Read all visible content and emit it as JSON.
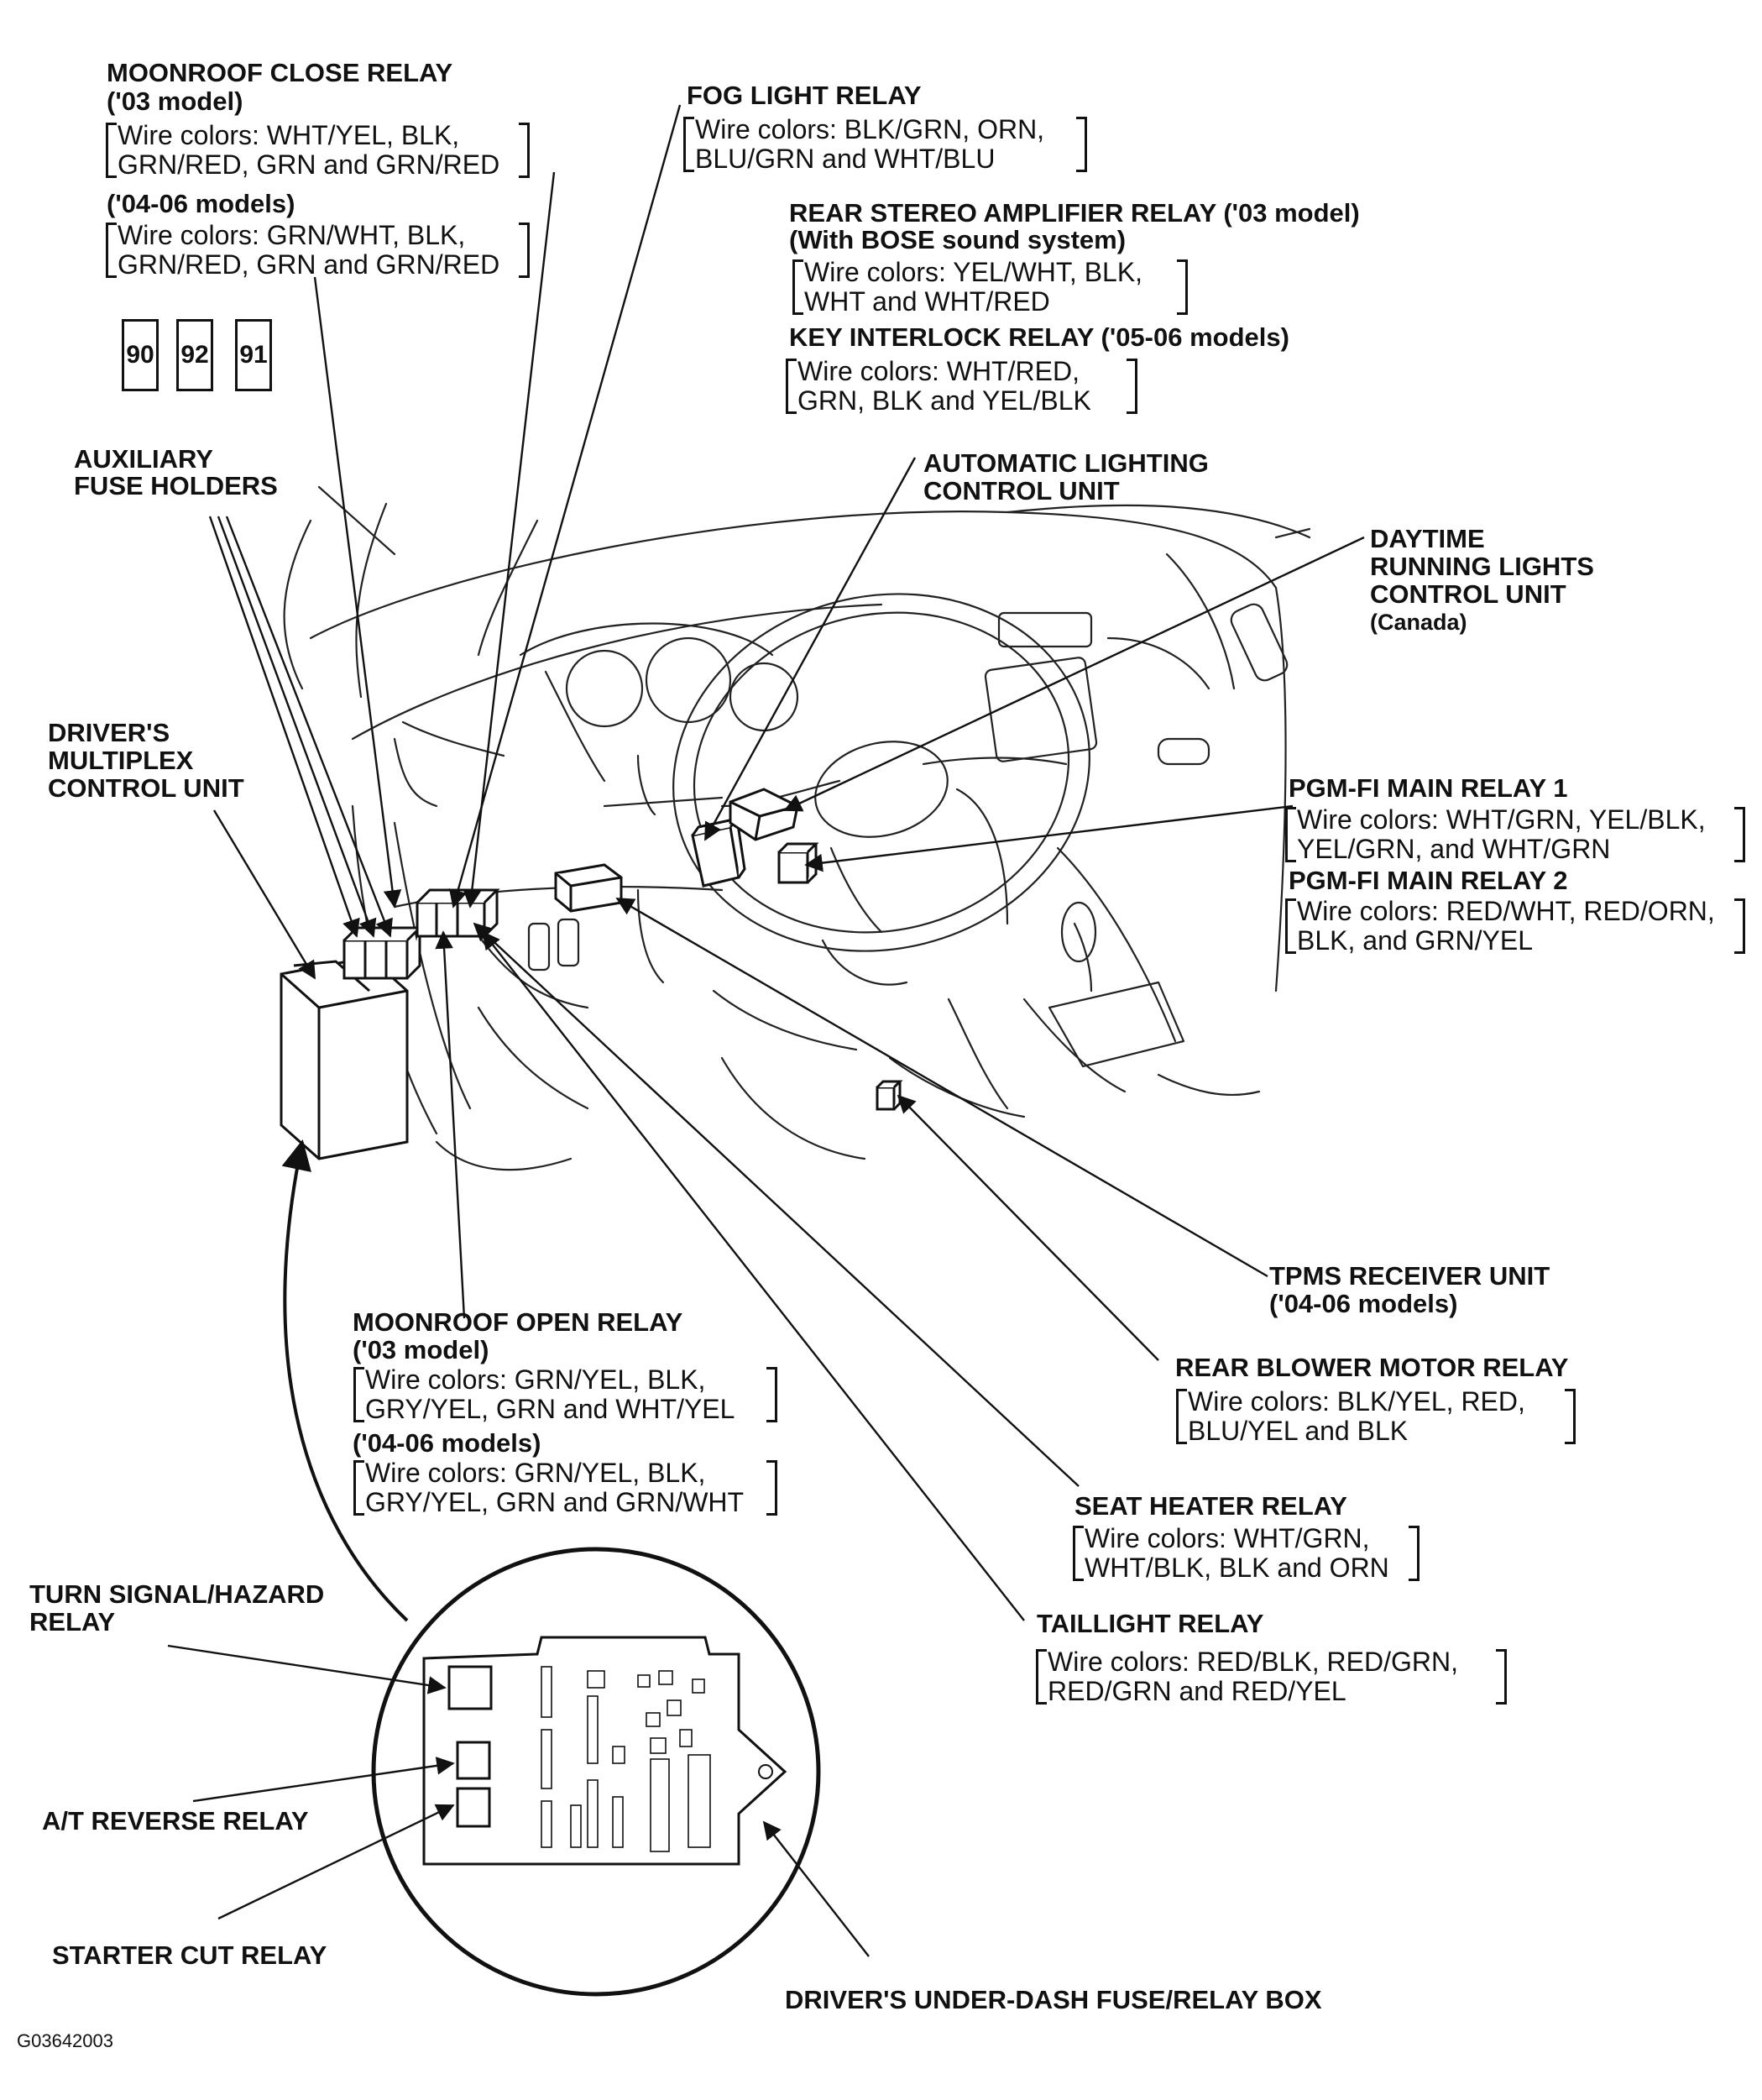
{
  "labels": {
    "moonroof_close_relay": {
      "title": "MOONROOF CLOSE RELAY",
      "model_03": "('03 model)",
      "wire_03_line1": "Wire colors: WHT/YEL, BLK,",
      "wire_03_line2": "GRN/RED, GRN and GRN/RED",
      "model_04_06": "('04-06 models)",
      "wire_04_line1": "Wire colors: GRN/WHT, BLK,",
      "wire_04_line2": "GRN/RED, GRN and GRN/RED"
    },
    "fuse_numbers": [
      "90",
      "92",
      "91"
    ],
    "fog_light_relay": {
      "title": "FOG LIGHT RELAY",
      "wire_line1": "Wire colors: BLK/GRN, ORN,",
      "wire_line2": "BLU/GRN and WHT/BLU"
    },
    "rear_stereo_relay": {
      "title": "REAR STEREO AMPLIFIER RELAY ('03 model)",
      "subtitle": "(With BOSE sound system)",
      "wire_line1": "Wire colors: YEL/WHT, BLK,",
      "wire_line2": "WHT and WHT/RED"
    },
    "key_interlock_relay": {
      "title": "KEY INTERLOCK RELAY ('05-06 models)",
      "wire_line1": "Wire colors: WHT/RED,",
      "wire_line2": "GRN, BLK and YEL/BLK"
    },
    "auxiliary_fuse_holders": {
      "line1": "AUXILIARY",
      "line2": "FUSE HOLDERS"
    },
    "automatic_lighting": {
      "line1": "AUTOMATIC LIGHTING",
      "line2": "CONTROL UNIT"
    },
    "daytime_running_lights": {
      "line1": "DAYTIME",
      "line2": "RUNNING LIGHTS",
      "line3": "CONTROL UNIT",
      "line4": "(Canada)"
    },
    "drivers_multiplex": {
      "line1": "DRIVER'S",
      "line2": "MULTIPLEX",
      "line3": "CONTROL UNIT"
    },
    "pgm_fi_relay_1": {
      "title": "PGM-FI MAIN RELAY 1",
      "wire_line1": "Wire colors: WHT/GRN, YEL/BLK,",
      "wire_line2": "YEL/GRN, and WHT/GRN"
    },
    "pgm_fi_relay_2": {
      "title": "PGM-FI MAIN RELAY 2",
      "wire_line1": "Wire colors: RED/WHT, RED/ORN,",
      "wire_line2": "BLK, and GRN/YEL"
    },
    "tpms_receiver": {
      "line1": "TPMS RECEIVER UNIT",
      "line2": "('04-06 models)"
    },
    "moonroof_open_relay": {
      "title": "MOONROOF OPEN RELAY",
      "model_03": "('03 model)",
      "wire_03_line1": "Wire colors: GRN/YEL, BLK,",
      "wire_03_line2": "GRY/YEL, GRN and WHT/YEL",
      "model_04_06": "('04-06 models)",
      "wire_04_line1": "Wire colors: GRN/YEL, BLK,",
      "wire_04_line2": "GRY/YEL, GRN and GRN/WHT"
    },
    "rear_blower_relay": {
      "title": "REAR BLOWER MOTOR RELAY",
      "wire_line1": "Wire colors: BLK/YEL, RED,",
      "wire_line2": "BLU/YEL and BLK"
    },
    "seat_heater_relay": {
      "title": "SEAT HEATER RELAY",
      "wire_line1": "Wire colors: WHT/GRN,",
      "wire_line2": "WHT/BLK, BLK and ORN"
    },
    "taillight_relay": {
      "title": "TAILLIGHT RELAY",
      "wire_line1": "Wire colors: RED/BLK, RED/GRN,",
      "wire_line2": "RED/GRN and RED/YEL"
    },
    "turn_signal_relay": {
      "line1": "TURN SIGNAL/HAZARD",
      "line2": "RELAY"
    },
    "at_reverse_relay": "A/T REVERSE RELAY",
    "starter_cut_relay": "STARTER CUT RELAY",
    "under_dash_box": "DRIVER'S UNDER-DASH FUSE/RELAY BOX",
    "figure_code": "G03642003"
  }
}
